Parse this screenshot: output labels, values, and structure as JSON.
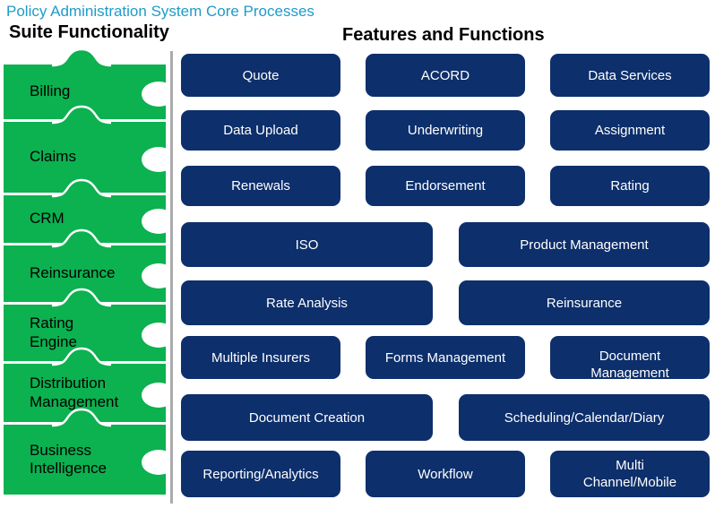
{
  "page": {
    "title": "Policy Administration System Core Processes"
  },
  "suite": {
    "header": "Suite Functionality",
    "items": [
      {
        "label": "Billing"
      },
      {
        "label": "Claims"
      },
      {
        "label": "CRM"
      },
      {
        "label": "Reinsurance"
      },
      {
        "label": "Rating\nEngine"
      },
      {
        "label": "Distribution\nManagement"
      },
      {
        "label": "Business\nIntelligence"
      }
    ]
  },
  "features": {
    "header": "Features and Functions",
    "buttons": [
      {
        "label": "Quote"
      },
      {
        "label": "ACORD"
      },
      {
        "label": "Data Services"
      },
      {
        "label": "Data Upload"
      },
      {
        "label": "Underwriting"
      },
      {
        "label": "Assignment"
      },
      {
        "label": "Renewals"
      },
      {
        "label": "Endorsement"
      },
      {
        "label": "Rating"
      },
      {
        "label": "ISO"
      },
      {
        "label": "Product Management"
      },
      {
        "label": "Rate Analysis"
      },
      {
        "label": "Reinsurance"
      },
      {
        "label": "Multiple Insurers"
      },
      {
        "label": "Forms Management"
      },
      {
        "label": "Document\nManagement"
      },
      {
        "label": "Document Creation"
      },
      {
        "label": "Scheduling/Calendar/Diary"
      },
      {
        "label": "Reporting/Analytics"
      },
      {
        "label": "Workflow"
      },
      {
        "label": "Multi\nChannel/Mobile"
      }
    ]
  },
  "colors": {
    "green": "#0CB150",
    "navy": "#0D2F6B",
    "title_teal": "#1F9BC9",
    "divider_gray": "#ABABAB"
  }
}
